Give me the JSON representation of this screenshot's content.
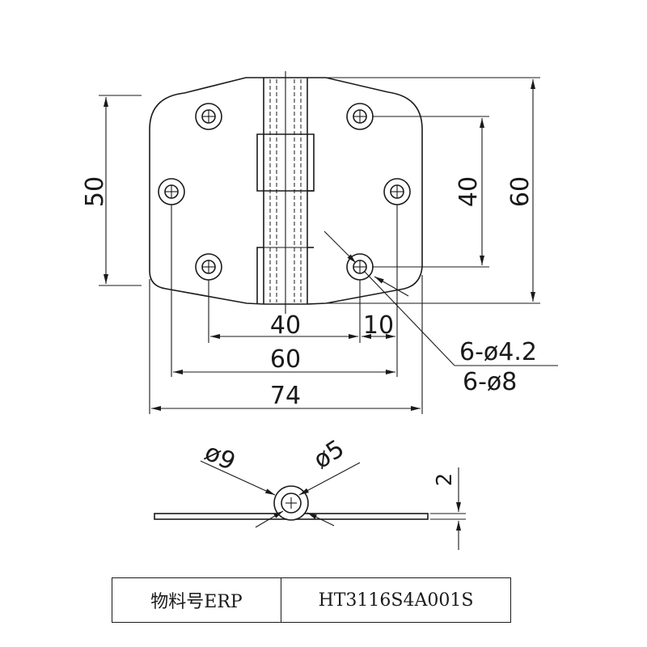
{
  "drawing": {
    "dimensions": {
      "hole_spacing_vertical_left": "50",
      "hole_spacing_vertical_right": "40",
      "leaf_height": "60",
      "hole_spacing_horizontal_inner": "40",
      "hole_edge_offset": "10",
      "hole_spacing_horizontal_outer": "60",
      "overall_width": "74",
      "hole_callout_thru": "6-ø4.2",
      "hole_callout_counterbore": "6-ø8",
      "knuckle_outer_diameter": "ø9",
      "pin_diameter": "ø5",
      "leaf_thickness": "2"
    }
  },
  "table": {
    "label": "物料号ERP",
    "value": "HT3116S4A001S"
  }
}
